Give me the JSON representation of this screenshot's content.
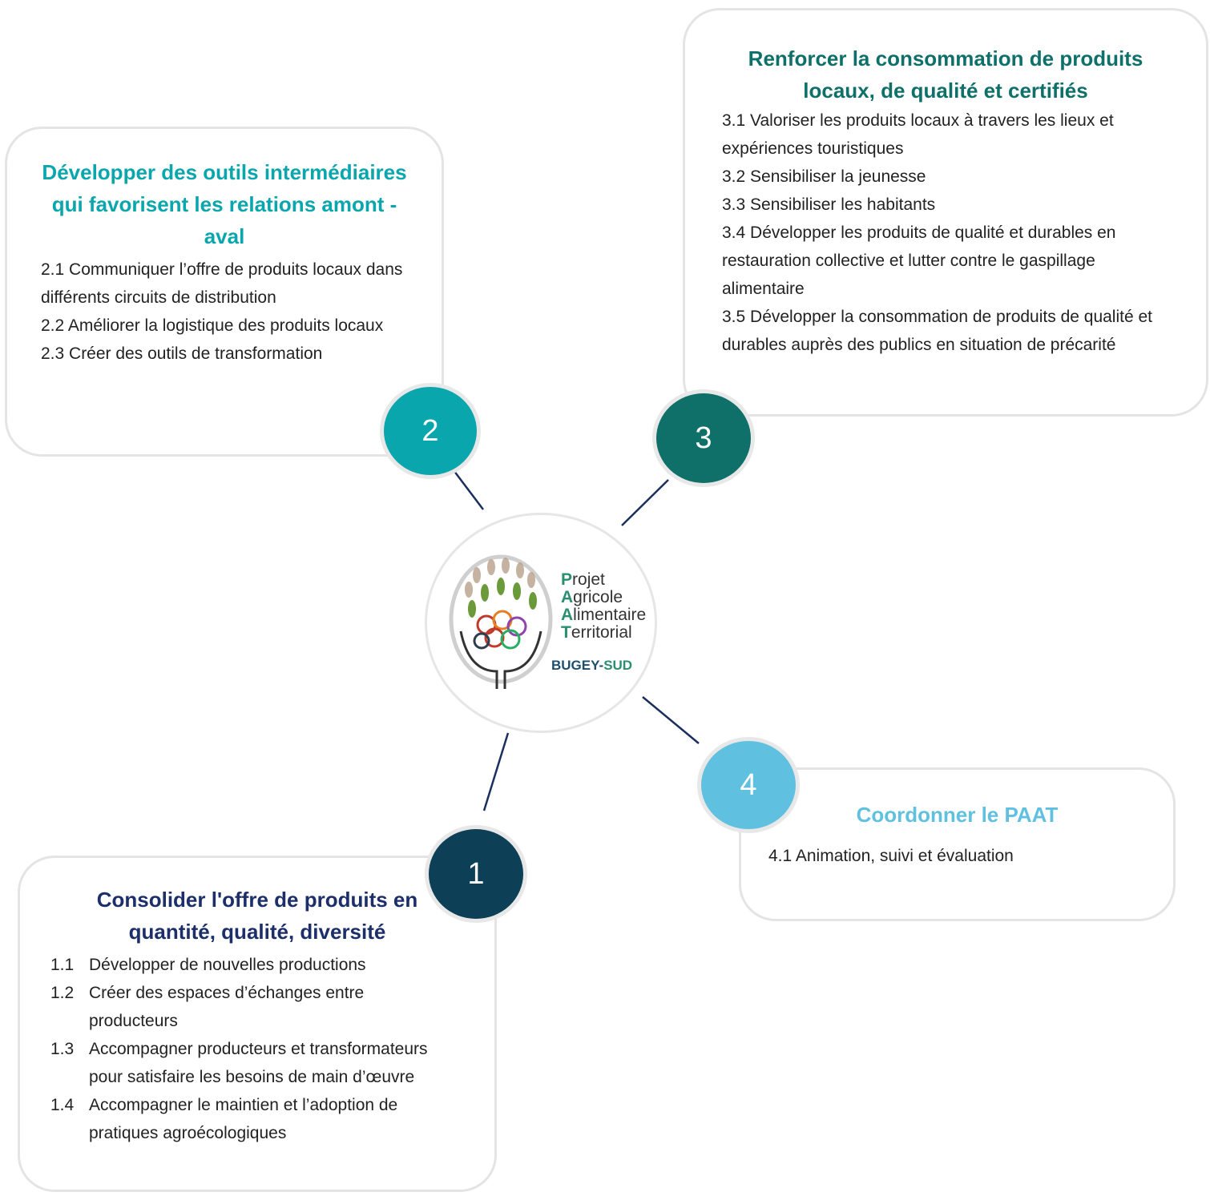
{
  "axis2": {
    "number": "2",
    "title": "Développer des outils intermédiaires qui favorisent les relations amont - aval",
    "color": "#0aa6ad",
    "items": [
      "2.1 Communiquer l’offre de produits locaux dans différents circuits de distribution",
      "2.2 Améliorer la logistique des produits locaux",
      "2.3 Créer des outils de transformation"
    ]
  },
  "axis3": {
    "number": "3",
    "title": "Renforcer la consommation de produits locaux, de qualité et certifiés",
    "color": "#0f7069",
    "items": [
      "3.1 Valoriser les produits locaux à travers les lieux et expériences touristiques",
      "3.2 Sensibiliser la jeunesse",
      "3.3 Sensibiliser les habitants",
      "3.4 Développer les produits de qualité et durables en restauration collective et lutter contre le gaspillage alimentaire",
      "3.5 Développer la consommation de produits de qualité et durables auprès des publics en situation de précarité"
    ]
  },
  "axis4": {
    "number": "4",
    "title": "Coordonner le PAAT",
    "color": "#5fc0e0",
    "items": [
      "4.1 Animation, suivi et évaluation"
    ]
  },
  "axis1": {
    "number": "1",
    "title": "Consolider l'offre de produits en quantité, qualité, diversité",
    "color": "#0d3f56",
    "title_color": "#1d2f6b",
    "items": [
      {
        "n": "1.1",
        "t": "Développer de nouvelles productions"
      },
      {
        "n": "1.2",
        "t": "Créer des espaces d’échanges entre producteurs"
      },
      {
        "n": "1.3",
        "t": "Accompagner producteurs et transformateurs pour satisfaire les besoins de main d’œuvre"
      },
      {
        "n": "1.4",
        "t": "Accompagner le maintien et l’adoption de pratiques agroécologiques"
      }
    ]
  },
  "logo": {
    "line1_initial": "P",
    "line1_rest": "rojet",
    "line2_initial": "A",
    "line2_rest": "gricole",
    "line3_initial": "A",
    "line3_rest": "limentaire",
    "line4_initial": "T",
    "line4_rest": "erritorial",
    "sub1": "BUGEY-",
    "sub2": "SUD"
  },
  "connector_color": "#1b2f5e"
}
